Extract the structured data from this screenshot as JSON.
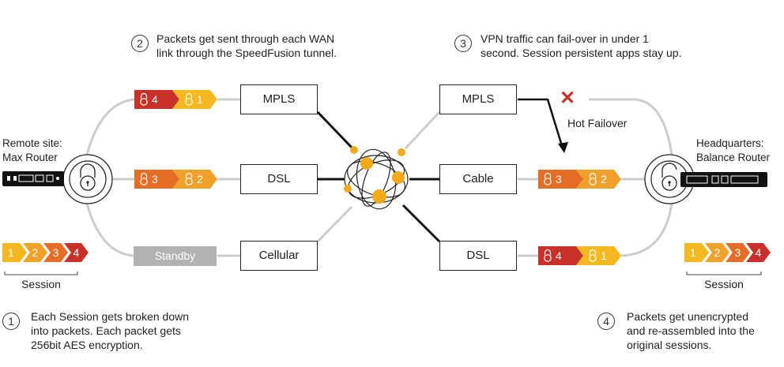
{
  "steps": {
    "one": {
      "number": "1",
      "text": "Each Session gets broken down\ninto packets. Each packet gets\n256bit AES encryption."
    },
    "two": {
      "number": "2",
      "text": "Packets get sent through each WAN\nlink through the SpeedFusion tunnel."
    },
    "three": {
      "number": "3",
      "text": "VPN traffic can fail-over in under 1\nsecond. Session persistent apps stay up."
    },
    "four": {
      "number": "4",
      "text": "Packets get unencrypted\nand re-assembled into the\noriginal sessions."
    }
  },
  "sites": {
    "remote": {
      "label": "Remote site:\nMax Router"
    },
    "hq": {
      "label": "Headquarters:\nBalance Router"
    }
  },
  "left_links": [
    "MPLS",
    "DSL",
    "Cellular"
  ],
  "right_links": [
    "MPLS",
    "Cable",
    "DSL"
  ],
  "standby_label": "Standby",
  "failover_label": "Hot Failover",
  "session_label": "Session",
  "session_packets": [
    "1",
    "2",
    "3",
    "4"
  ],
  "packets": {
    "left_mpls": [
      "4",
      "1"
    ],
    "left_dsl": [
      "3",
      "2"
    ],
    "right_cable": [
      "3",
      "2"
    ],
    "right_dsl": [
      "4",
      "1"
    ]
  },
  "colors": {
    "red": "#c8312a",
    "orange": "#e56d26",
    "amber": "#f0a12b",
    "yellow": "#f6b820",
    "line_gray": "#cccccc",
    "cloud_node": "#f2a91c",
    "standby_gray": "#b2b2b2",
    "failover_x": "#c8312a"
  },
  "icons": {
    "lock": "lock-icon",
    "unlock": "unlock-icon",
    "failure": "x-icon"
  }
}
